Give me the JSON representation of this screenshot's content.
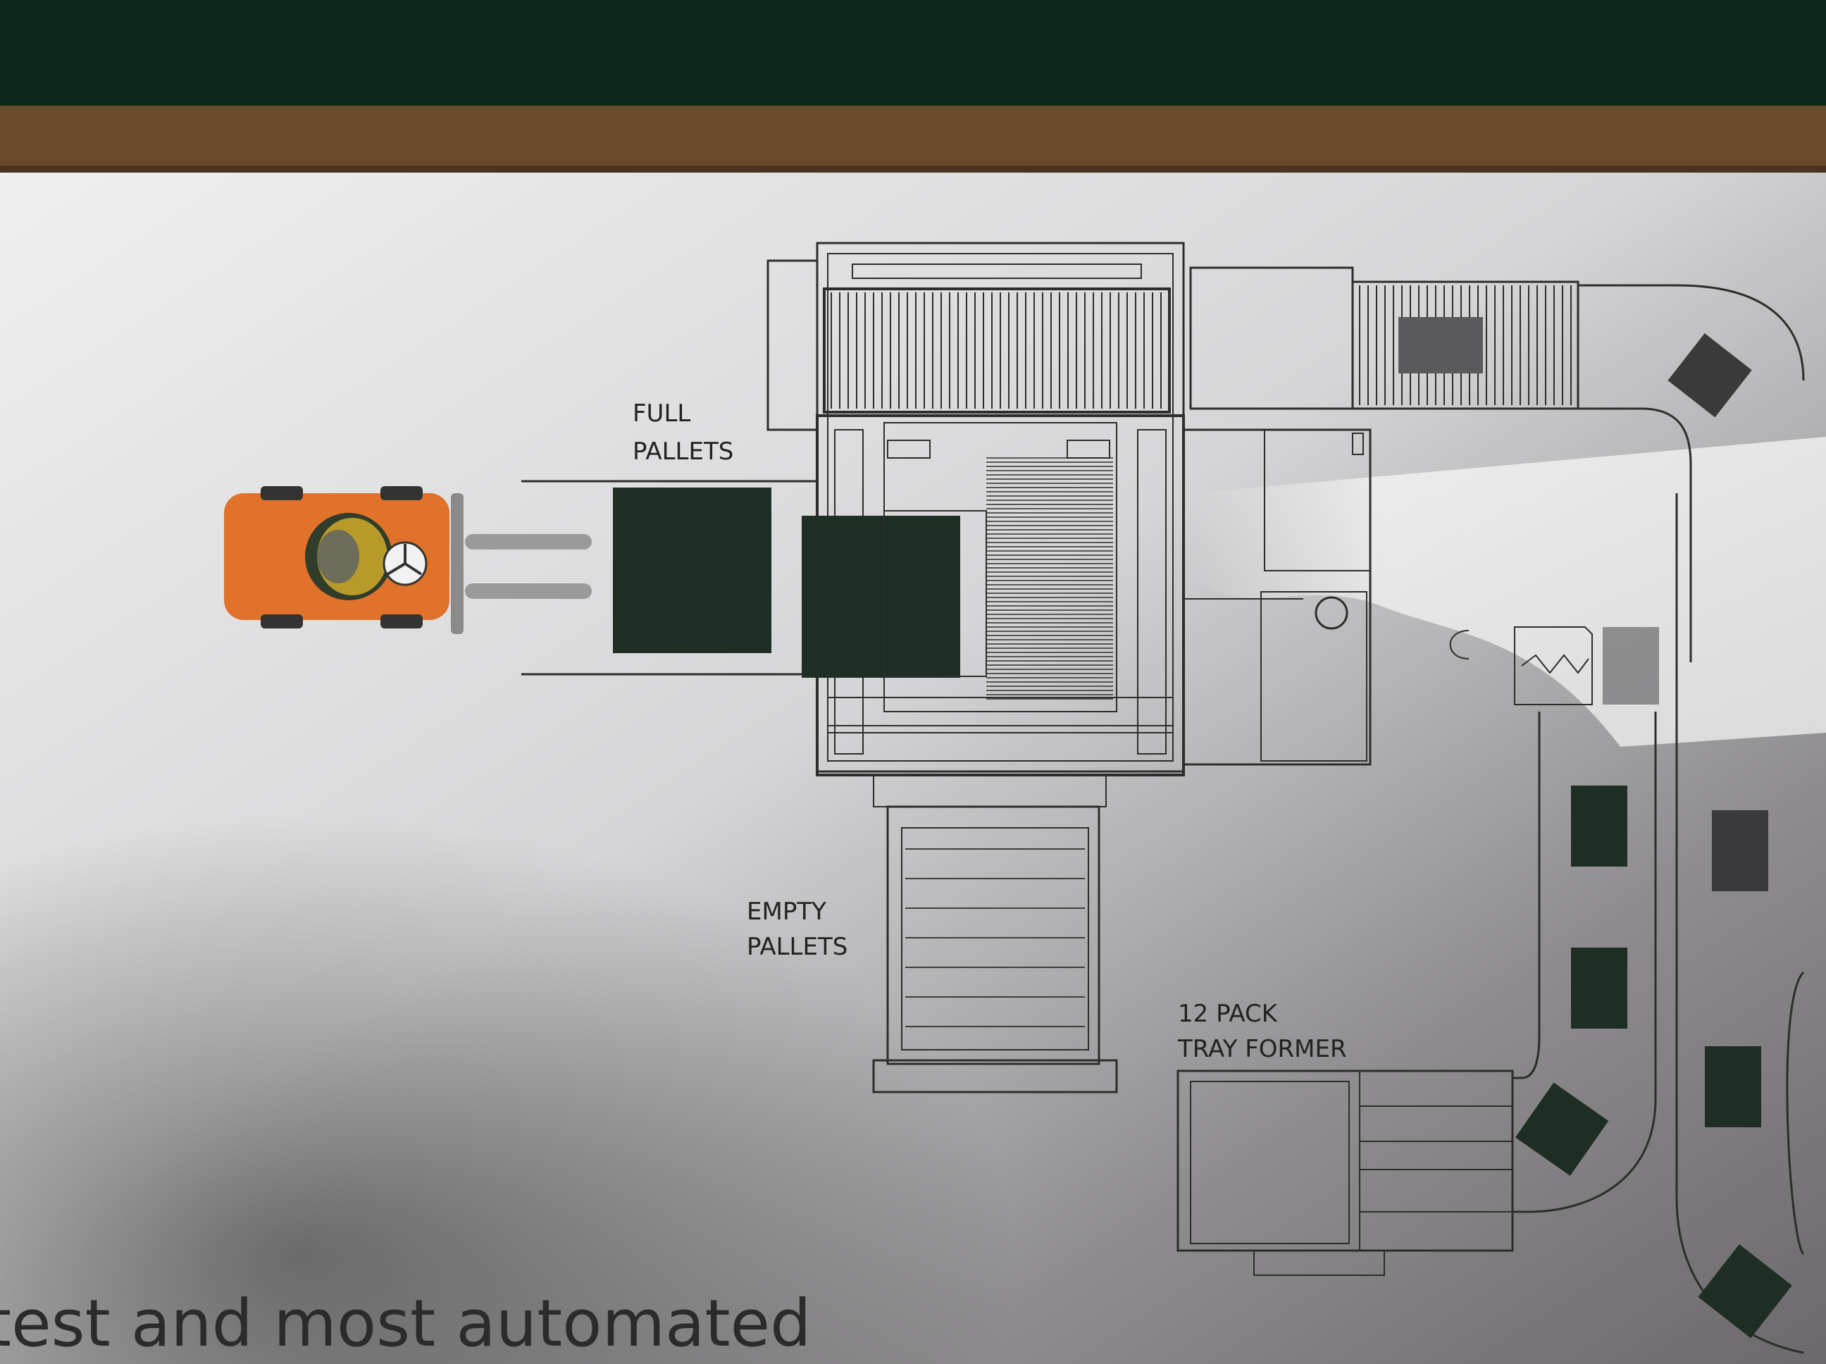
{
  "labels": {
    "full_pallets_line1": "FULL",
    "full_pallets_line2": "PALLETS",
    "empty_pallets_line1": "EMPTY",
    "empty_pallets_line2": "PALLETS",
    "tray_former_line1": "12 PACK",
    "tray_former_line2": "TRAY FORMER"
  },
  "caption": "test and most automated",
  "colors": {
    "board_top": "#0c2a1c",
    "wood_frame": "#6a4a2c",
    "paper": "#e9e9ea",
    "line": "#2d2d2d",
    "product": "#1f2e24",
    "forklift_body": "#e0722a"
  },
  "icons": {
    "forklift": "forklift-icon"
  }
}
